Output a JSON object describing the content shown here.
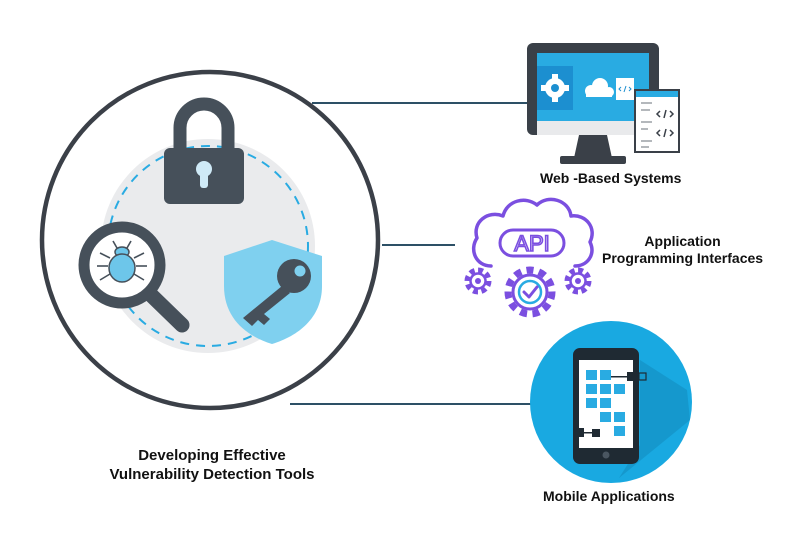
{
  "center": {
    "title_line1": "Developing Effective",
    "title_line2": "Vulnerability Detection Tools"
  },
  "targets": [
    {
      "label": "Web -Based Systems",
      "icon": "monitor-icon"
    },
    {
      "label_line1": "Application",
      "label_line2": "Programming Interfaces",
      "icon": "api-cloud-gears-icon",
      "badge_text": "API"
    },
    {
      "label": "Mobile Applications",
      "icon": "smartphone-icon"
    }
  ],
  "center_icons": [
    "padlock-icon",
    "magnifier-bug-icon",
    "shield-key-icon"
  ],
  "colors": {
    "ring": "#3b4048",
    "inner_disc": "#eaebed",
    "dashed_ring": "#29abe2",
    "dark_icon": "#46505a",
    "accent_blue": "#29abe2",
    "purple": "#7b4fe0",
    "connector": "#2d5066"
  }
}
